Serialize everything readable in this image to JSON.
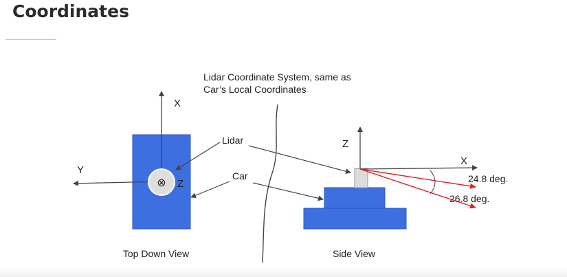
{
  "header": {
    "title": "Coordinates"
  },
  "diagram": {
    "caption_line1": "Lidar Coordinate System, same as",
    "caption_line2": "Car’s Local Coordinates",
    "label_lidar": "Lidar",
    "label_car": "Car",
    "top_view": {
      "axis_x": "X",
      "axis_y": "Y",
      "axis_z": "Z",
      "z_symbol": "⊗",
      "caption": "Top Down View"
    },
    "side_view": {
      "axis_z": "Z",
      "axis_x": "X",
      "angle_upper": "24.8 deg.",
      "angle_lower": "26.8 deg.",
      "caption": "Side View"
    },
    "colors": {
      "car_fill": "#3d6fe0",
      "car_stroke": "#2a55c6",
      "lidar_fill": "#dcdcdc",
      "ray": "#e02020",
      "axis": "#444444"
    }
  }
}
